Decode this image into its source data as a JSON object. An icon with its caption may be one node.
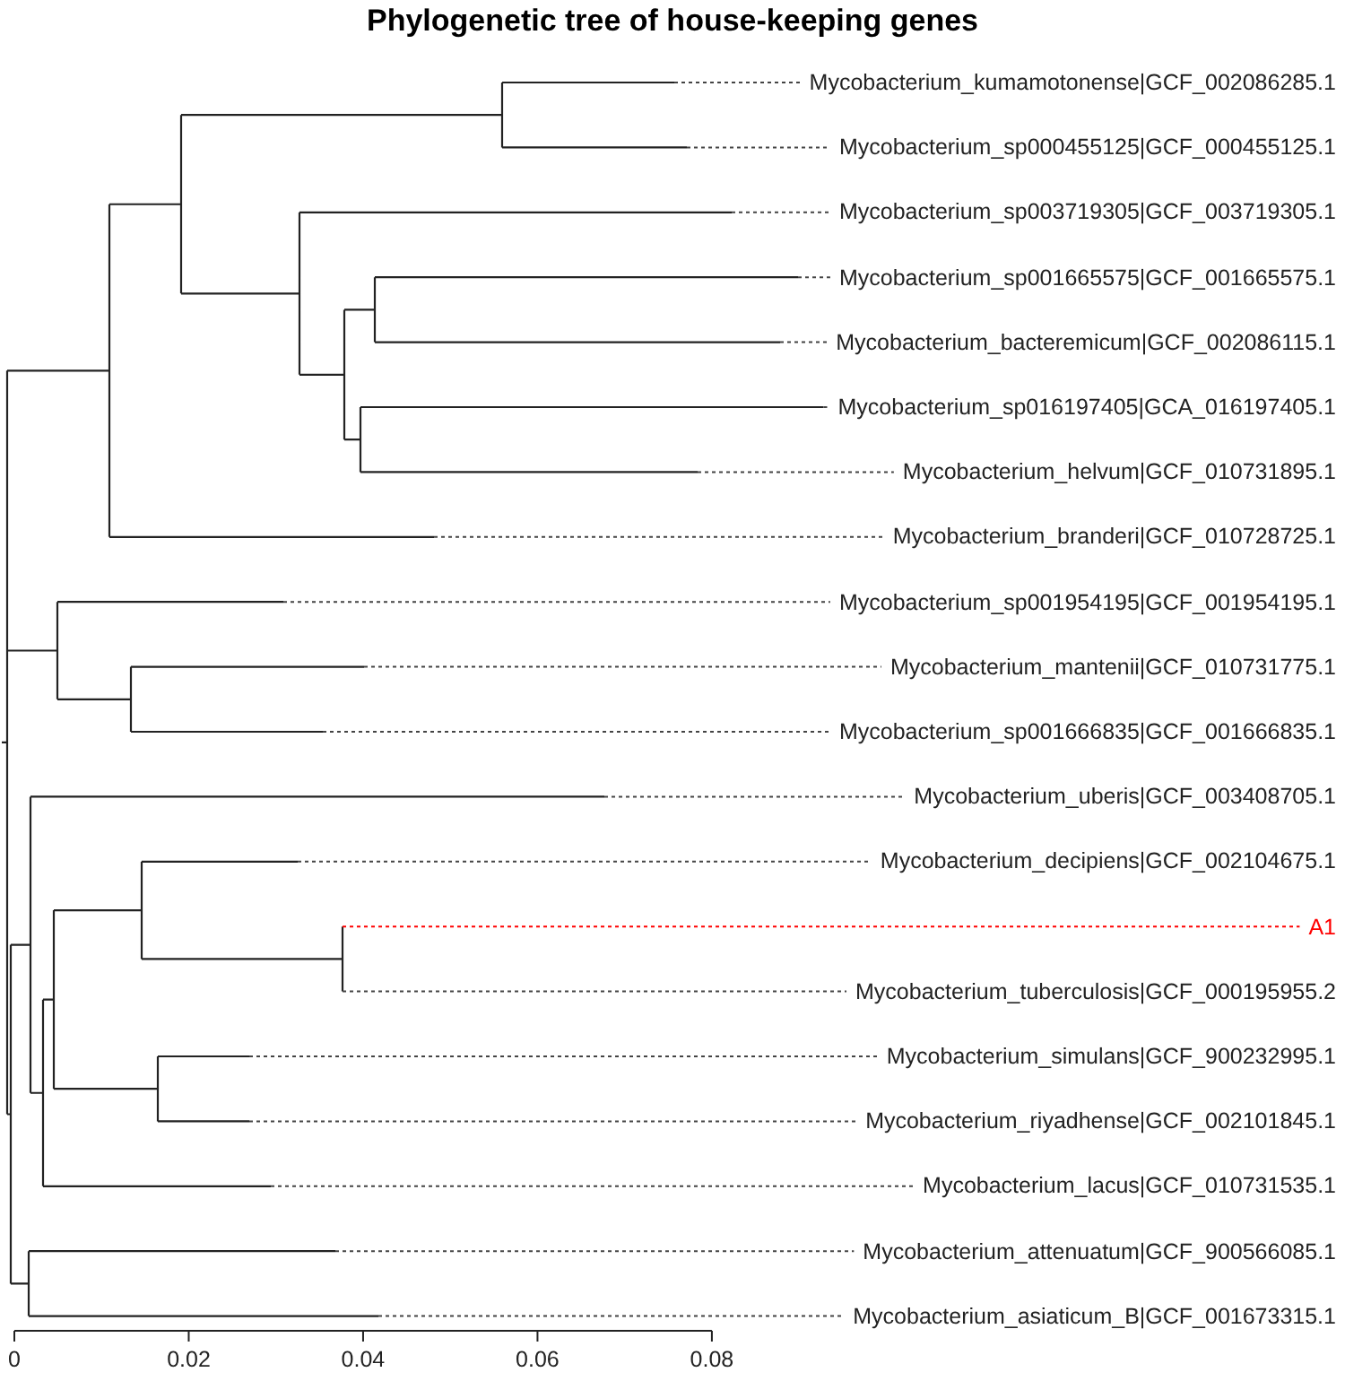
{
  "diagram": {
    "title": "Phylogenetic tree of house-keeping genes",
    "labels": [
      "Mycobacterium_kumamotonense|GCF_002086285.1",
      "Mycobacterium_sp000455125|GCF_000455125.1",
      "Mycobacterium_sp003719305|GCF_003719305.1",
      "Mycobacterium_sp001665575|GCF_001665575.1",
      "Mycobacterium_bacteremicum|GCF_002086115.1",
      "Mycobacterium_sp016197405|GCA_016197405.1",
      "Mycobacterium_helvum|GCF_010731895.1",
      "Mycobacterium_branderi|GCF_010728725.1",
      "Mycobacterium_sp001954195|GCF_001954195.1",
      "Mycobacterium_mantenii|GCF_010731775.1",
      "Mycobacterium_sp001666835|GCF_001666835.1",
      "Mycobacterium_uberis|GCF_003408705.1",
      "Mycobacterium_decipiens|GCF_002104675.1",
      "A1",
      "Mycobacterium_tuberculosis|GCF_000195955.2",
      "Mycobacterium_simulans|GCF_900232995.1",
      "Mycobacterium_riyadhense|GCF_002101845.1",
      "Mycobacterium_lacus|GCF_010731535.1",
      "Mycobacterium_attenuatum|GCF_900566085.1",
      "Mycobacterium_asiaticum_B|GCF_001673315.1",
      "0",
      "0.02",
      "0.04",
      "0.06",
      "0.08"
    ]
  }
}
